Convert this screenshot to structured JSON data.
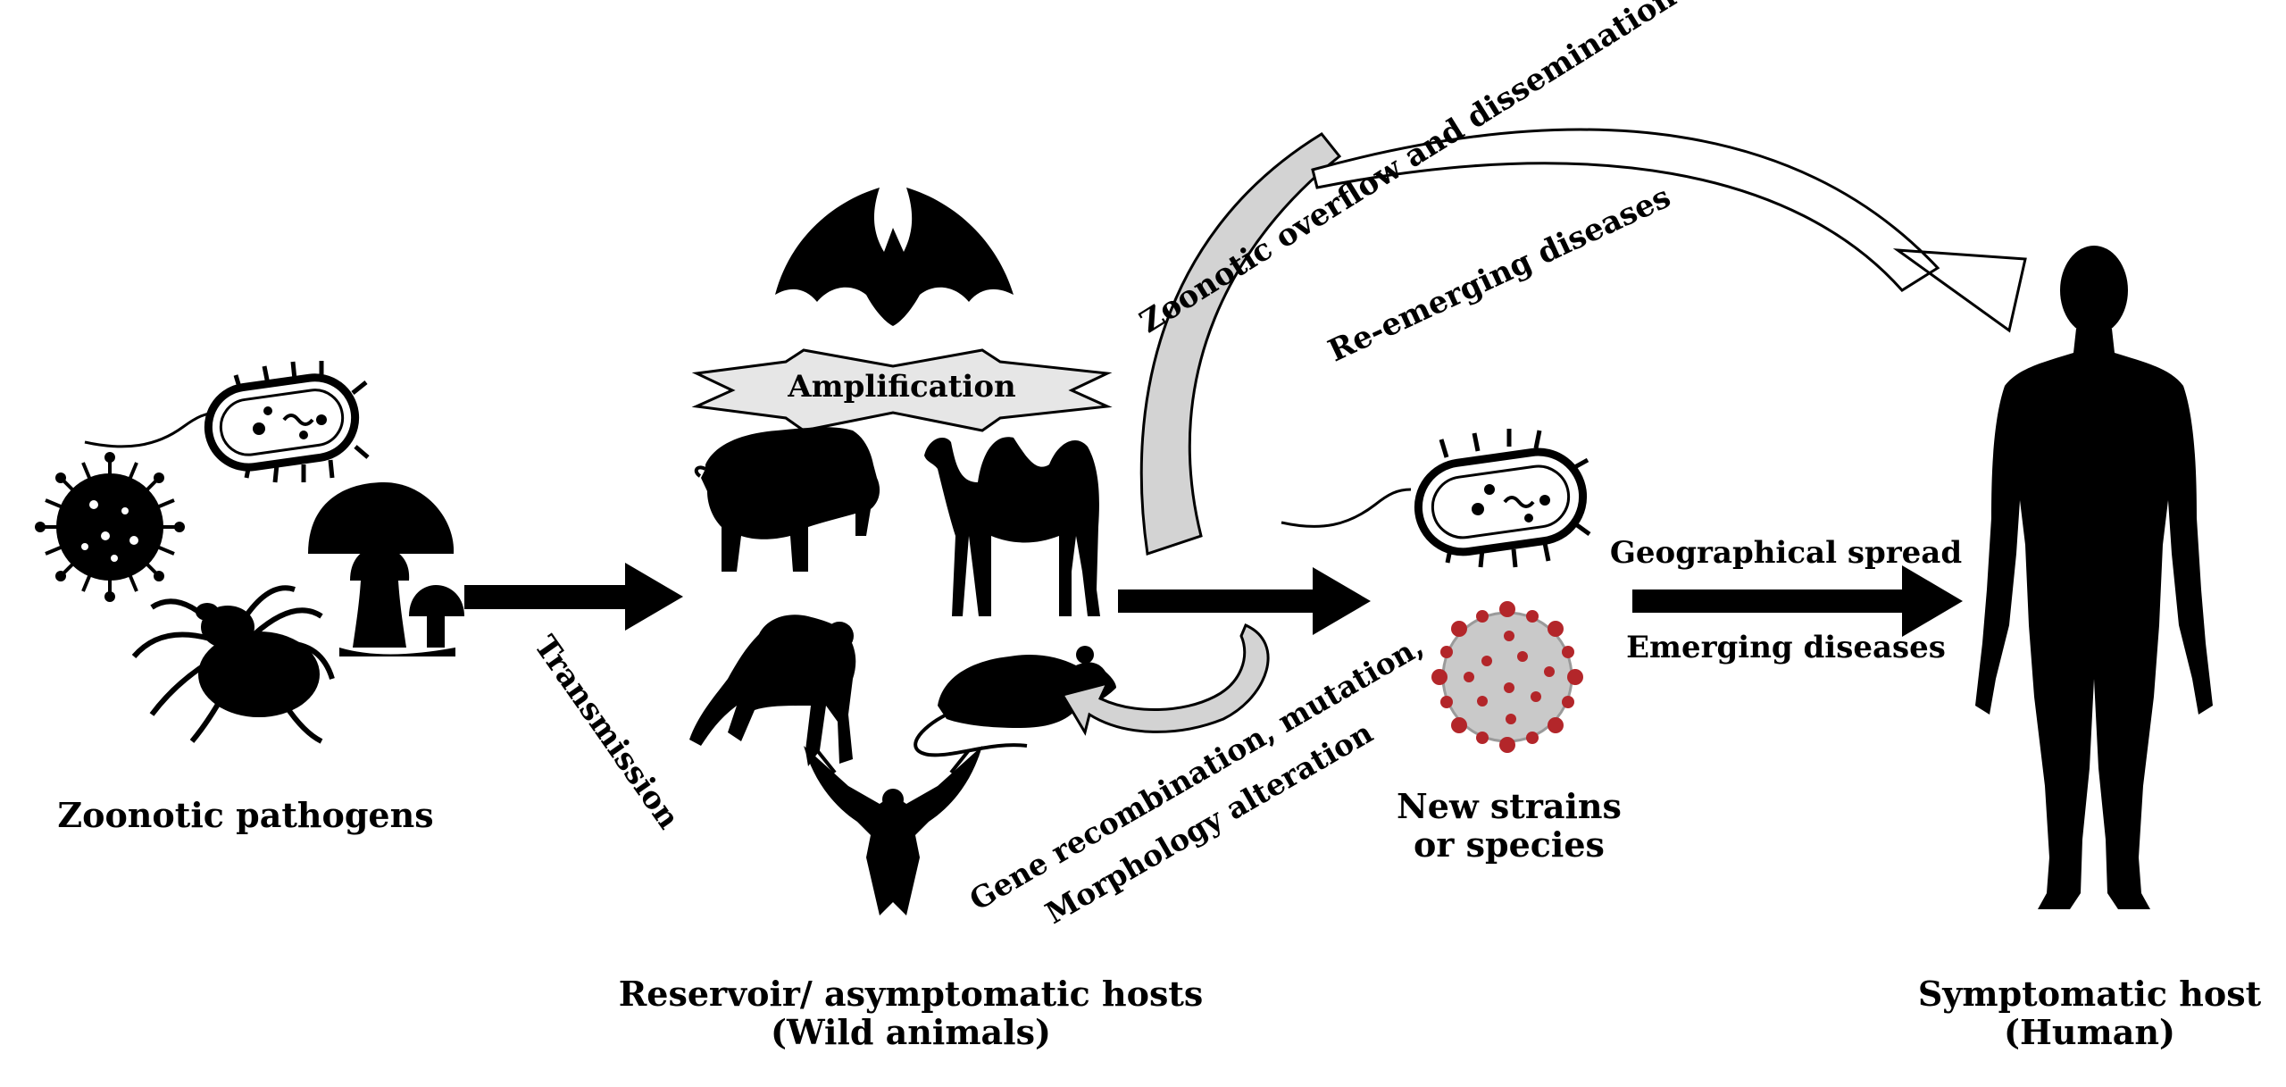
{
  "labels": {
    "zoonotic_pathogens": "Zoonotic pathogens",
    "transmission": "Transmission",
    "amplification": "Amplification",
    "reservoir_line1": "Reservoir/ asymptomatic hosts",
    "reservoir_line2": "(Wild animals)",
    "zoonotic_overflow": "Zoonotic overflow and dissemination",
    "re_emerging": "Re-emerging diseases",
    "gene_recombination": "Gene recombination, mutation,",
    "morphology_alteration": "Morphology alteration",
    "new_strains_line1": "New strains",
    "new_strains_line2": "or species",
    "geographical_spread": "Geographical spread",
    "emerging_diseases": "Emerging diseases",
    "symptomatic_line1": "Symptomatic host",
    "symptomatic_line2": "(Human)"
  },
  "icons": [
    "bacterium-icon",
    "virus-icon",
    "tick-icon",
    "mushroom-icon",
    "bat-icon",
    "wild-boar-icon",
    "camel-icon",
    "chimpanzee-icon",
    "rat-icon",
    "eagle-icon",
    "coronavirus-icon",
    "human-silhouette-icon"
  ],
  "colors": {
    "ink": "#000000",
    "banner_fill": "#e6e6e6",
    "curved_arrow_fill": "#d3d3d3",
    "virus_spike": "#b3262a",
    "virus_body": "#c9c9c9"
  }
}
